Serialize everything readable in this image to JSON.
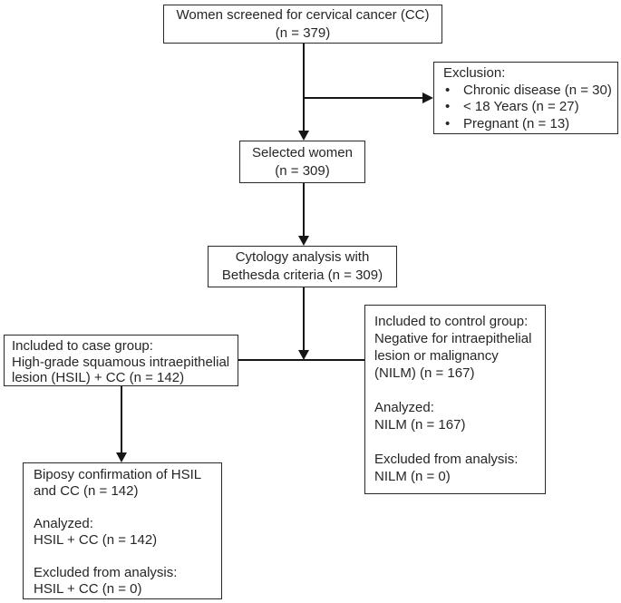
{
  "diagram": {
    "type": "flowchart",
    "colors": {
      "line": "#161616",
      "border": "#2a2a2a",
      "text": "#262626",
      "background": "#ffffff"
    },
    "boxes": {
      "screened": {
        "lines": [
          "Women screened for cervical cancer (CC)",
          "(n = 379)"
        ]
      },
      "exclusion": {
        "title": "Exclusion:",
        "bullets": [
          "Chronic disease (n = 30)",
          "< 18 Years (n = 27)",
          "Pregnant (n = 13)"
        ]
      },
      "selected": {
        "lines": [
          "Selected women",
          "(n = 309)"
        ]
      },
      "cytology": {
        "lines": [
          "Cytology analysis with",
          "Bethesda criteria (n = 309)"
        ]
      },
      "case_group": {
        "lines": [
          "Included to case group:",
          "High-grade squamous intraepithelial",
          "lesion (HSIL) + CC (n = 142)"
        ]
      },
      "control_group": {
        "paragraphs": [
          [
            "Included to control group:",
            "Negative for intraepithelial",
            "lesion or malignancy",
            "(NILM) (n = 167)"
          ],
          [
            "Analyzed:",
            "NILM (n = 167)"
          ],
          [
            "Excluded from analysis:",
            "NILM (n = 0)"
          ]
        ]
      },
      "biopsy": {
        "paragraphs": [
          [
            "Biposy confirmation of HSIL",
            "and CC (n = 142)"
          ],
          [
            "Analyzed:",
            "HSIL + CC (n = 142)"
          ],
          [
            "Excluded from analysis:",
            "HSIL + CC (n = 0)"
          ]
        ]
      }
    }
  }
}
